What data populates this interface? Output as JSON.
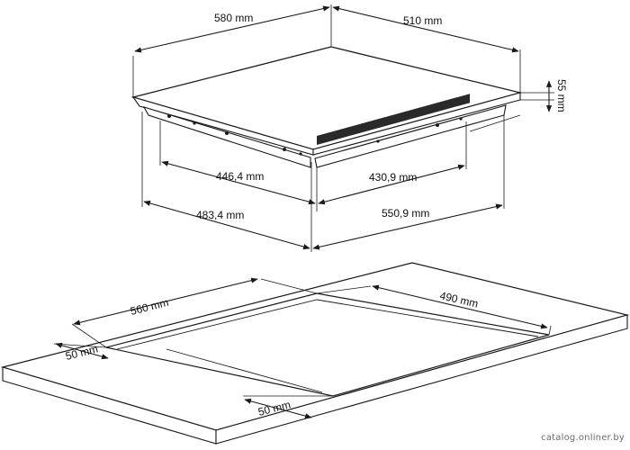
{
  "hob_dimensions": {
    "width_top": "580 mm",
    "depth_top": "510 mm",
    "height": "55 mm",
    "inner_width_bottom": "446,4 mm",
    "inner_depth_bottom": "430,9 mm",
    "outer_width_bottom": "483,4 mm",
    "outer_depth_bottom": "550,9 mm"
  },
  "cutout_dimensions": {
    "cutout_width": "560 mm",
    "cutout_depth": "490 mm",
    "front_margin": "50 mm",
    "side_margin": "50 mm"
  },
  "watermark": "catalog.onliner.by",
  "colors": {
    "line": "#1a1a1a",
    "hob_top": "#ffffff",
    "shade": "#2a2a2a"
  }
}
